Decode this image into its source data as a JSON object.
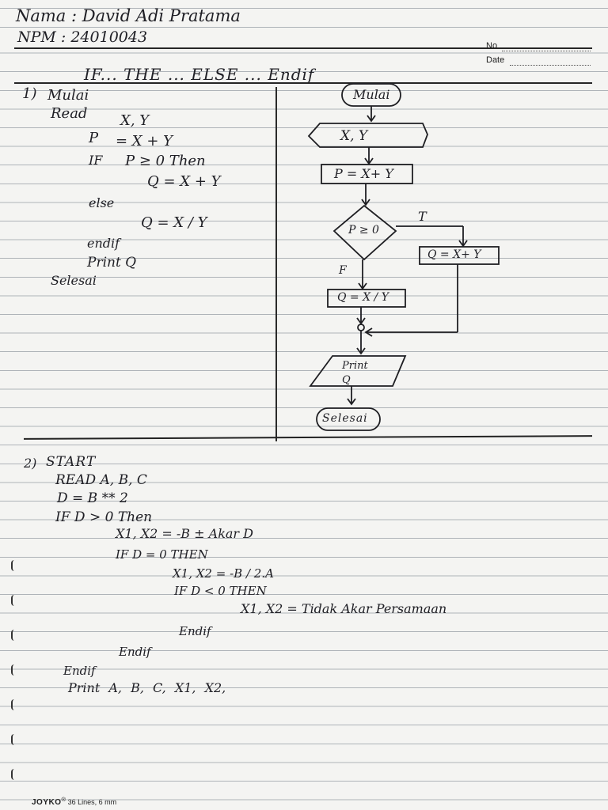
{
  "header": {
    "name_line": "Nama : David Adi Pratama",
    "npm_line": "NPM : 24010043",
    "no_label": "No",
    "date_label": "Date"
  },
  "section1": {
    "title": "IF... THE ... ELSE ... Endif",
    "number": "1)",
    "lines": [
      "Mulai",
      "Read",
      "X, Y",
      "P",
      "= X + Y",
      "IF",
      "P ≥ 0 Then",
      "Q = X + Y",
      "else",
      "Q = X / Y",
      "endif",
      "Print Q",
      "Selesai"
    ]
  },
  "flowchart": {
    "start": "Mulai",
    "input": "X, Y",
    "process1": "P = X+ Y",
    "decision": "P ≥ 0",
    "true_label": "T",
    "false_label": "F",
    "true_process": "Q = X+ Y",
    "false_process": "Q = X / Y",
    "output": "Print Q",
    "end": "Selesai"
  },
  "section2": {
    "number": "2)",
    "lines": [
      "START",
      "READ A, B, C",
      "D = B ** 2",
      "IF D > 0 Then",
      "X1, X2 = -B ± Akar D",
      "IF D = 0 THEN",
      "X1, X2 = -B / 2.A",
      "IF D < 0 THEN",
      "X1, X2 = Tidak Akar Persamaan",
      "Endif",
      "Endif",
      "Endif",
      "Print A, B, C, X1, X2,"
    ]
  },
  "footer": {
    "brand": "JOYKO",
    "spec": "36 Lines, 6 mm"
  }
}
